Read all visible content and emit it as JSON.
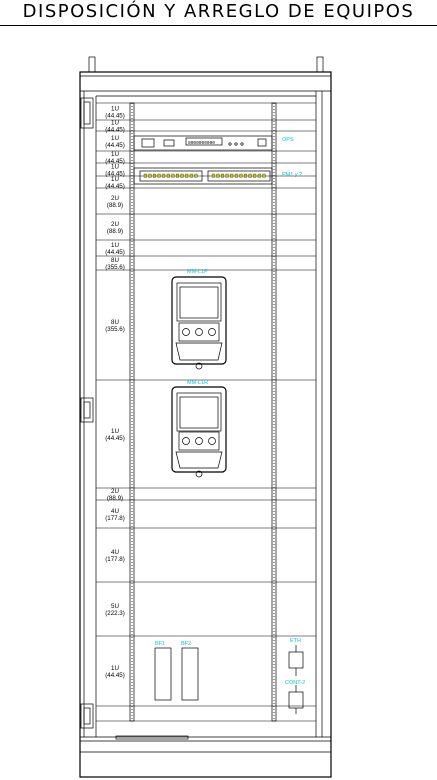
{
  "title": "DISPOSICIÓN Y ARREGLO DE EQUIPOS",
  "rack_units": [
    {
      "u": "1U",
      "mm": "(44.45)"
    },
    {
      "u": "1U",
      "mm": "(44.45)"
    },
    {
      "u": "1U",
      "mm": "(44.45)"
    },
    {
      "u": "1U",
      "mm": "(44.45)"
    },
    {
      "u": "1U",
      "mm": "(44.45)"
    },
    {
      "u": "1U",
      "mm": "(44.45)"
    },
    {
      "u": "2U",
      "mm": "(88.9)"
    },
    {
      "u": "2U",
      "mm": "(88.9)"
    },
    {
      "u": "1U",
      "mm": "(44.45)"
    },
    {
      "u": "8U",
      "mm": "(355.6)"
    },
    {
      "u": "8U",
      "mm": "(355.6)"
    },
    {
      "u": "1U",
      "mm": "(44.45)"
    },
    {
      "u": "2U",
      "mm": "(88.9)"
    },
    {
      "u": "4U",
      "mm": "(177.8)"
    },
    {
      "u": "4U",
      "mm": "(177.8)"
    },
    {
      "u": "5U",
      "mm": "(222.3)"
    },
    {
      "u": "1U",
      "mm": "(44.45)"
    }
  ],
  "equipment": {
    "ops": "OPS",
    "pm": "PM1 y 2",
    "meter_top": "MM-L1P",
    "meter_bottom": "MM-L1R",
    "bf1": "BF1",
    "bf2": "BF2",
    "eth": "ETH",
    "cont": "CONT-2"
  },
  "colors": {
    "line": "#000000",
    "annotation": "#00c8d7"
  }
}
